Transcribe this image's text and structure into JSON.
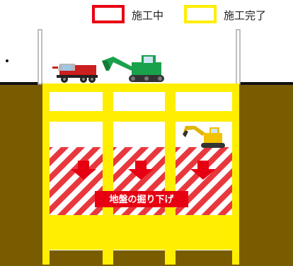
{
  "legend": {
    "in_progress": {
      "label": "施工中",
      "color": "#e60012"
    },
    "completed": {
      "label": "施工完了",
      "color": "#ffee00"
    }
  },
  "colors": {
    "ground": "#7a5c00",
    "ground_surface": "#111111",
    "pipe": "#aaaaaa",
    "excavation_fill": "#ffffff"
  },
  "icons": {
    "dump_truck": "dump-truck-icon",
    "excavator_surface": "excavator-icon",
    "excavator_pit": "small-excavator-icon",
    "arrows": "arrow-down-icon"
  },
  "excavation": {
    "label": "地盤の掘り下げ",
    "arrow_count": 3
  }
}
